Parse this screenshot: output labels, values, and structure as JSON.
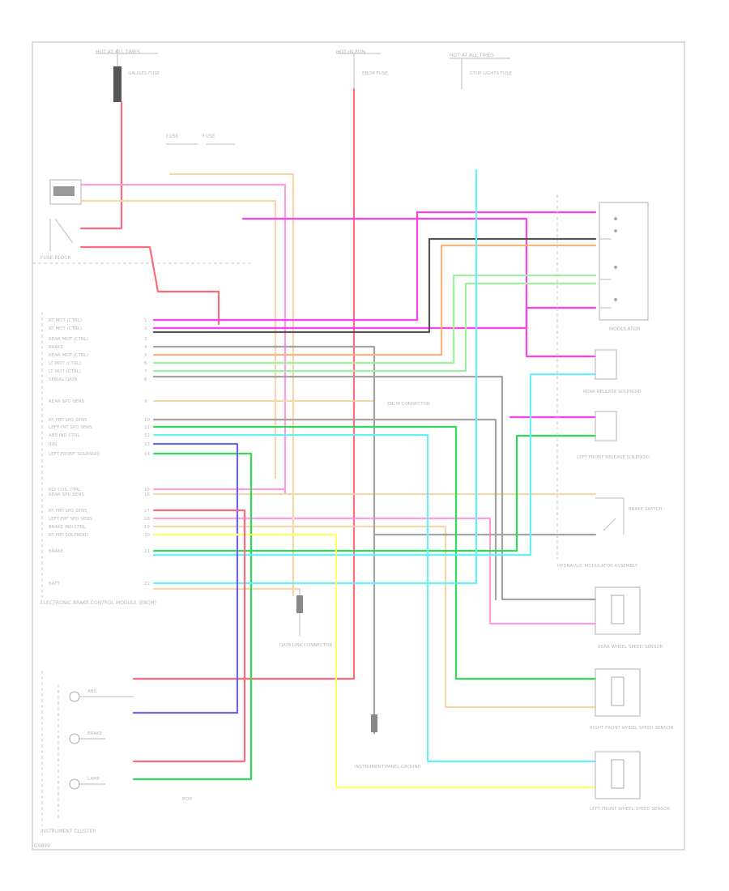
{
  "footer_code": "G9899",
  "modules": {
    "fuse_block": "FUSE BLOCK",
    "ebcm": "ELECTRONIC BRAKE CONTROL MODULE (EBCM)",
    "modulator": "MODULATOR",
    "hydraulic_modulator": "HYDRAULIC MODULATOR ASSEMBLY",
    "instrument_cluster": "INSTRUMENT CLUSTER",
    "rear_sensor": "REAR WHEEL SPEED SENSOR",
    "right_sensor": "RIGHT FRONT WHEEL SPEED SENSOR",
    "left_sensor": "LEFT FRONT WHEEL SPEED SENSOR",
    "rear_solenoid": "REAR RELEASE SOLENOID",
    "left_solenoid": "LEFT FRONT RELEASE SOLENOID",
    "brake_switch": "BRAKE SWITCH",
    "data_link": "DATA LINK CONNECTOR",
    "instrument_ground": "INSTRUMENT PANEL GROUND",
    "connector_note": "EBCM CONNECTOR"
  },
  "labels": {
    "hot_at_all_times": "HOT AT ALL TIMES",
    "hot_in_run": "HOT IN RUN",
    "hot_at_all": "HOT AT ALL TIMES",
    "fuse_a": "FUSE",
    "fuse_b": "FUSE",
    "gauges_fuse": "GAUGES FUSE",
    "ebcm_fuse": "EBCM FUSE",
    "brake_fuse": "STOP LIGHTS FUSE",
    "abs_indicator": "ABS",
    "brake_indicator": "BRAKE",
    "lamp": "LAMP",
    "pcm": "PCM"
  },
  "ebcm_pins": [
    {
      "pin": "1",
      "name": "RT MOT (CTRL)"
    },
    {
      "pin": "2",
      "name": "RT MOT (CTRL)"
    },
    {
      "pin": "3",
      "name": "REAR MOT (CTRL)"
    },
    {
      "pin": "4",
      "name": "BRAKE"
    },
    {
      "pin": "5",
      "name": "REAR MOT (CTRL)"
    },
    {
      "pin": "6",
      "name": "LT MOT (CTRL)"
    },
    {
      "pin": "7",
      "name": "LT MOT (CTRL)"
    },
    {
      "pin": "8",
      "name": "SERIAL DATA"
    },
    {
      "pin": "9",
      "name": "REAR SPD SENS"
    },
    {
      "pin": "10",
      "name": "RT FRT SPD SENS"
    },
    {
      "pin": "11",
      "name": "LEFT FRT SPD SENS"
    },
    {
      "pin": "12",
      "name": "ABS IND CTRL"
    },
    {
      "pin": "13",
      "name": "IGN"
    },
    {
      "pin": "14",
      "name": "LEFT FRONT SOLENOID"
    },
    {
      "pin": "15",
      "name": "RLY COIL CTRL"
    },
    {
      "pin": "16",
      "name": "REAR SPD SENS"
    },
    {
      "pin": "17",
      "name": "RT FRT SPD SENS"
    },
    {
      "pin": "18",
      "name": "LEFT FRT SPD SENS"
    },
    {
      "pin": "19",
      "name": "BRAKE IND CTRL"
    },
    {
      "pin": "20",
      "name": "RT FRT SOLENOID"
    },
    {
      "pin": "21",
      "name": "BRAKE"
    },
    {
      "pin": "22",
      "name": "BATT"
    }
  ],
  "colors": {
    "red": "#ff6b7d",
    "pink": "#ff9de0",
    "magenta": "#ff3fe9",
    "tan": "#f2d7a8",
    "orange": "#ffb37a",
    "green": "#2fdc57",
    "light_green": "#9ef09c",
    "cyan": "#66f0ff",
    "blue": "#6a6ae6",
    "yellow": "#ffff66",
    "gray": "#a3a3a3",
    "black": "#555555"
  }
}
